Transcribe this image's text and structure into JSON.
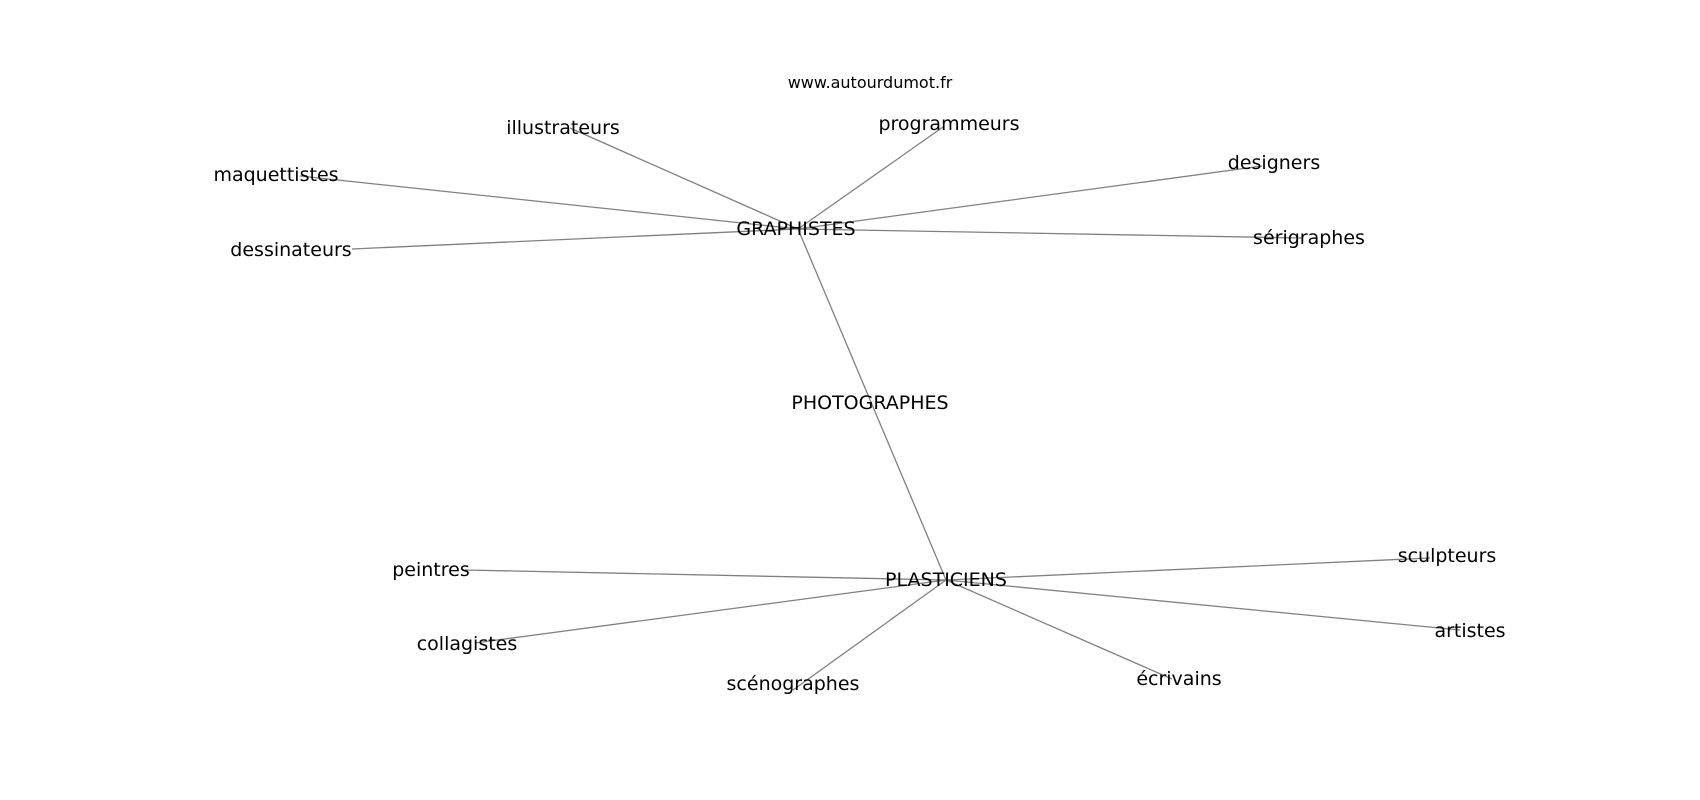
{
  "source": "www.autourdumot.fr",
  "colors": {
    "edge": "#808080",
    "text": "#000000",
    "background": "#ffffff"
  },
  "nodes": {
    "graphistes": "GRAPHISTES",
    "photographes": "PHOTOGRAPHES",
    "plasticiens": "PLASTICIENS",
    "illustrateurs": "illustrateurs",
    "programmeurs": "programmeurs",
    "designers": "designers",
    "maquettistes": "maquettistes",
    "dessinateurs": "dessinateurs",
    "serigraphes": "sérigraphes",
    "peintres": "peintres",
    "sculpteurs": "sculpteurs",
    "collagistes": "collagistes",
    "artistes": "artistes",
    "scenographes": "scénographes",
    "ecrivains": "écrivains"
  },
  "edges": [
    [
      "graphistes",
      "illustrateurs"
    ],
    [
      "graphistes",
      "programmeurs"
    ],
    [
      "graphistes",
      "designers"
    ],
    [
      "graphistes",
      "maquettistes"
    ],
    [
      "graphistes",
      "dessinateurs"
    ],
    [
      "graphistes",
      "serigraphes"
    ],
    [
      "graphistes",
      "plasticiens"
    ],
    [
      "plasticiens",
      "peintres"
    ],
    [
      "plasticiens",
      "sculpteurs"
    ],
    [
      "plasticiens",
      "collagistes"
    ],
    [
      "plasticiens",
      "artistes"
    ],
    [
      "plasticiens",
      "scenographes"
    ],
    [
      "plasticiens",
      "ecrivains"
    ]
  ]
}
